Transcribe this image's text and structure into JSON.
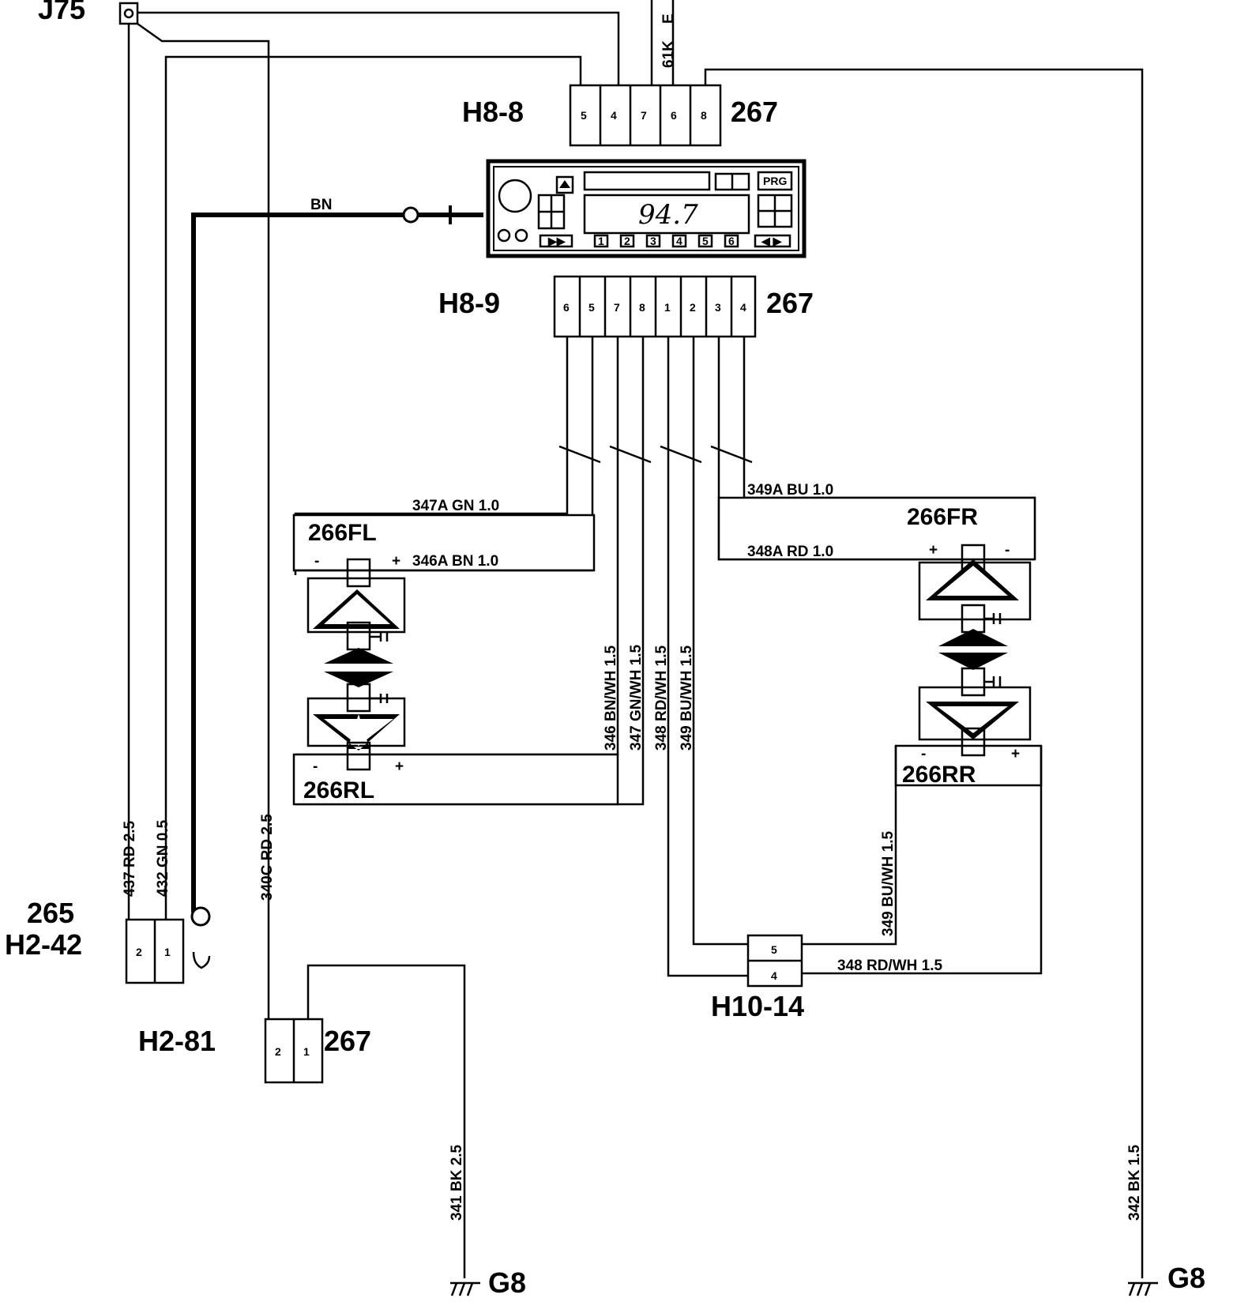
{
  "connectors": {
    "top_left": "J75",
    "h8_8": "H8-8",
    "h8_8_ref": "267",
    "h8_8_pins": [
      "5",
      "4",
      "7",
      "6",
      "8"
    ],
    "h8_9": "H8-9",
    "h8_9_ref": "267",
    "h8_9_pins": [
      "6",
      "5",
      "7",
      "8",
      "1",
      "2",
      "3",
      "4"
    ],
    "h2_42_num": "265",
    "h2_42": "H2-42",
    "h2_42_pins": [
      "2",
      "1"
    ],
    "h2_81": "H2-81",
    "h2_81_ref": "267",
    "h2_81_pins": [
      "2",
      "1"
    ],
    "h10_14": "H10-14",
    "h10_14_pins": [
      "5",
      "4"
    ],
    "ground_left": "G8",
    "ground_right": "G8"
  },
  "radio": {
    "frequency": "94.7",
    "prg_label": "PRG",
    "preset_buttons": [
      "1",
      "2",
      "3",
      "4",
      "5",
      "6"
    ]
  },
  "speakers": {
    "fl": "266FL",
    "fr": "266FR",
    "rl": "266RL",
    "rr": "266RR",
    "plus": "+",
    "minus": "-"
  },
  "wires": {
    "bn": "BN",
    "w61k": "61K",
    "w61k_suffix": "E",
    "w347a": "347A  GN 1.0",
    "w346a": "346A  BN 1.0",
    "w349a": "349A  BU 1.0",
    "w348a": "348A  RD 1.0",
    "w346": "346  BN/WH 1.5",
    "w347": "347  GN/WH 1.5",
    "w348v": "348  RD/WH 1.5",
    "w349v": "349  BU/WH 1.5",
    "w349rr": "349  BU/WH 1.5",
    "w348h": "348   RD/WH 1.5",
    "w437": "437  RD 2.5",
    "w432": "432  GN 0.5",
    "w340c": "340C  RD 2.5",
    "w341": "341  BK 2.5",
    "w342": "342  BK 1.5"
  }
}
